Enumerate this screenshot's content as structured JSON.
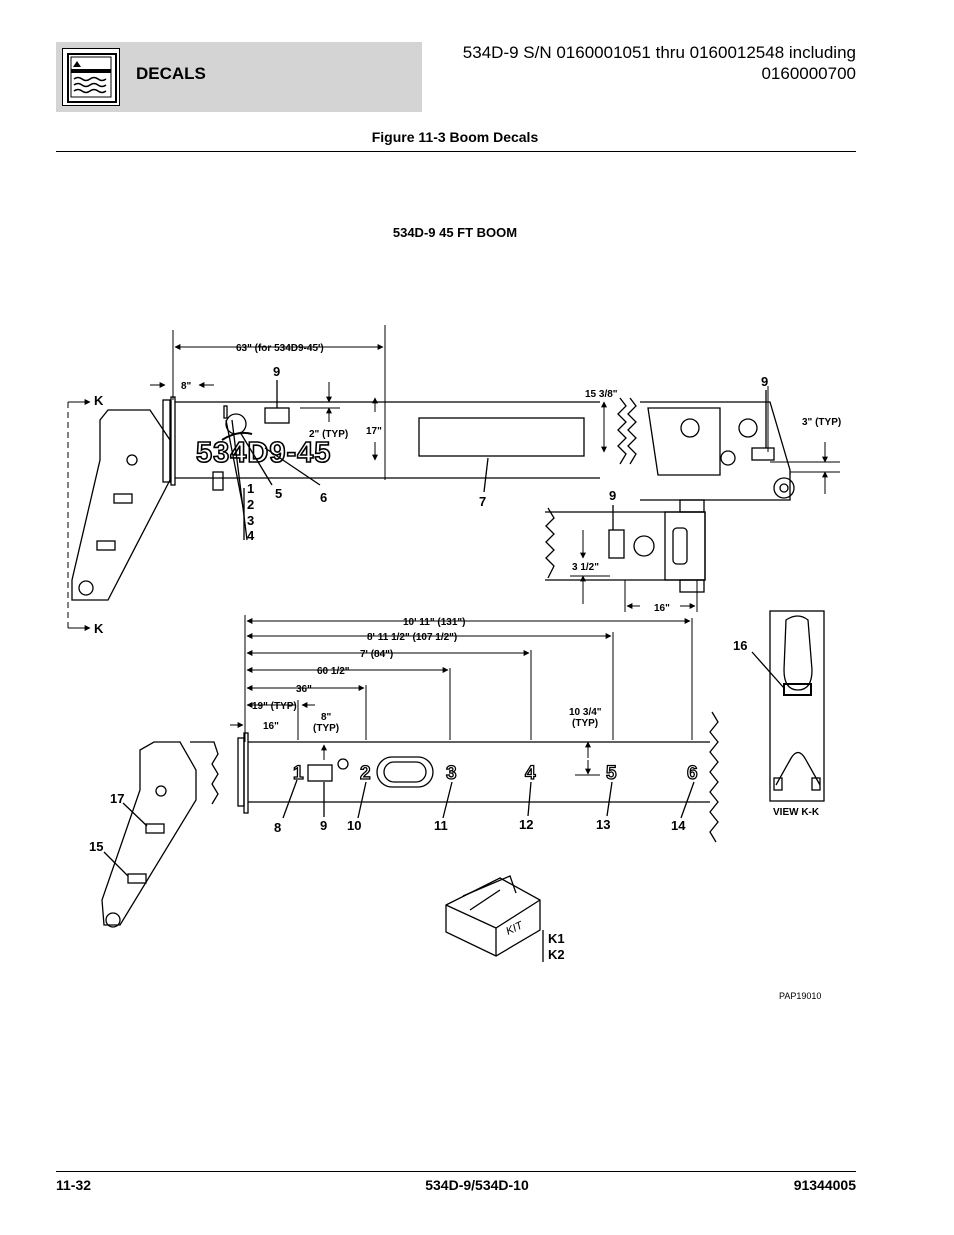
{
  "header": {
    "section": "DECALS",
    "title_line1": "534D-9 S/N 0160001051 thru 0160012548 including",
    "title_line2": "0160000700"
  },
  "figure_title": "Figure 11-3 Boom Decals",
  "subtitle": "534D-9 45 FT BOOM",
  "boom_name_decal": "534D9-45",
  "view_marker": "K",
  "dims": {
    "d63": "63\" (for 534D9-45')",
    "d8": "8\"",
    "d2typ": "2\" (TYP)",
    "d17": "17\"",
    "d15": "15 3/8\"",
    "d3typ": "3\" (TYP)",
    "d3half": "3 1/2\"",
    "d16a": "16\"",
    "d131": "10' 11\" (131\")",
    "d107": "8' 11 1/2\" (107 1/2\")",
    "d84": "7' (84\")",
    "d60": "60 1/2\"",
    "d36": "36\"",
    "d19": "19\" (TYP)",
    "d16b": "16\"",
    "d8typ1": "8\"",
    "d8typ2": "(TYP)",
    "d10a": "10 3/4\"",
    "d10b": "(TYP)"
  },
  "callouts": {
    "c1": "1",
    "c2": "2",
    "c3": "3",
    "c4": "4",
    "c5": "5",
    "c6": "6",
    "c7": "7",
    "c9a": "9",
    "c9b": "9",
    "c9c": "9",
    "c8": "8",
    "c9d": "9",
    "c10": "10",
    "c11": "11",
    "c12": "12",
    "c13": "13",
    "c14": "14",
    "c15": "15",
    "c16": "16",
    "c17": "17",
    "k1": "K1",
    "k2": "K2"
  },
  "boom_numbers": [
    "1",
    "2",
    "3",
    "4",
    "5",
    "6"
  ],
  "kit_label": "KIT",
  "view_label": "VIEW K-K",
  "part_code": "PAP19010",
  "footer": {
    "left": "11-32",
    "center": "534D-9/534D-10",
    "right": "91344005"
  }
}
